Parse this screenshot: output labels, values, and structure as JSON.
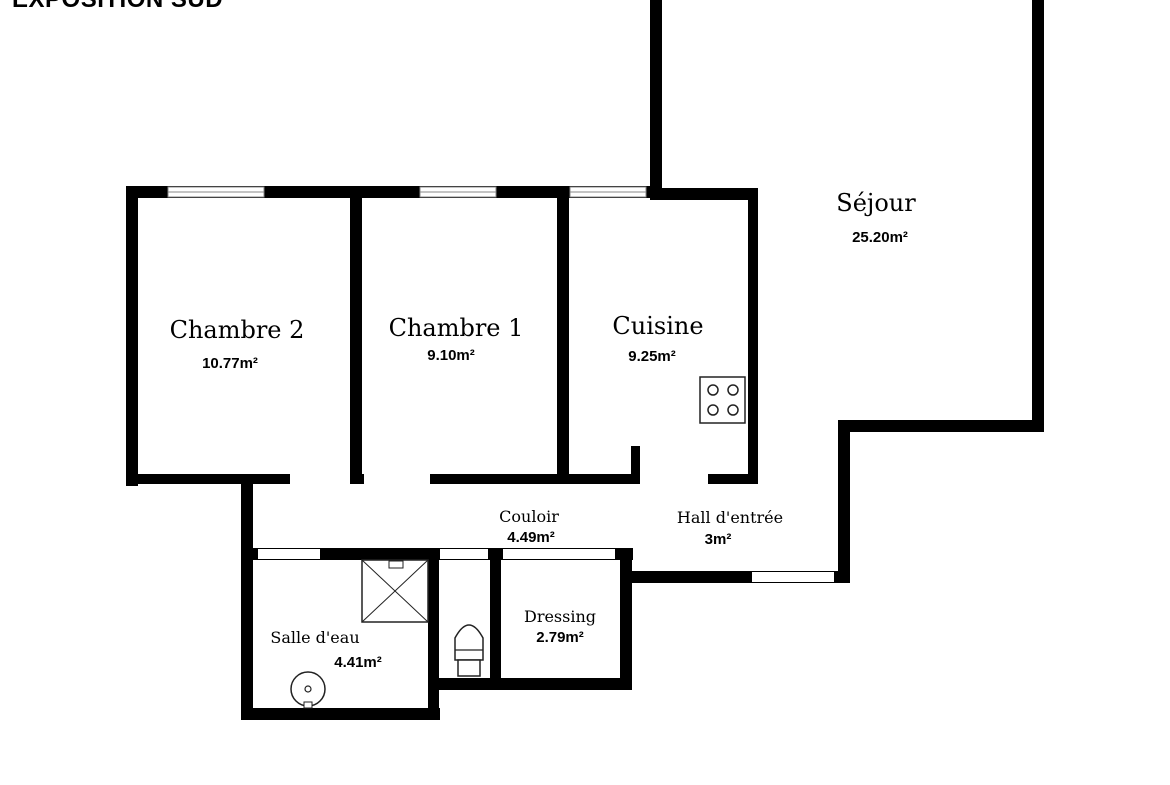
{
  "plan": {
    "title": "EXPOSITION SUD",
    "rooms": {
      "sejour": {
        "name": "Séjour",
        "area": "25.20m²"
      },
      "chambre2": {
        "name": "Chambre 2",
        "area": "10.77m²"
      },
      "chambre1": {
        "name": "Chambre 1",
        "area": "9.10m²"
      },
      "cuisine": {
        "name": "Cuisine",
        "area": "9.25m²"
      },
      "couloir": {
        "name": "Couloir",
        "area": "4.49m²"
      },
      "hall": {
        "name": "Hall d'entrée",
        "area": "3m²"
      },
      "salle_eau": {
        "name": "Salle d'eau",
        "area": "4.41m²"
      },
      "dressing": {
        "name": "Dressing",
        "area": "2.79m²"
      }
    },
    "fixtures": [
      "cooktop-icon",
      "shower-icon",
      "toilet-icon",
      "sink-icon"
    ]
  }
}
